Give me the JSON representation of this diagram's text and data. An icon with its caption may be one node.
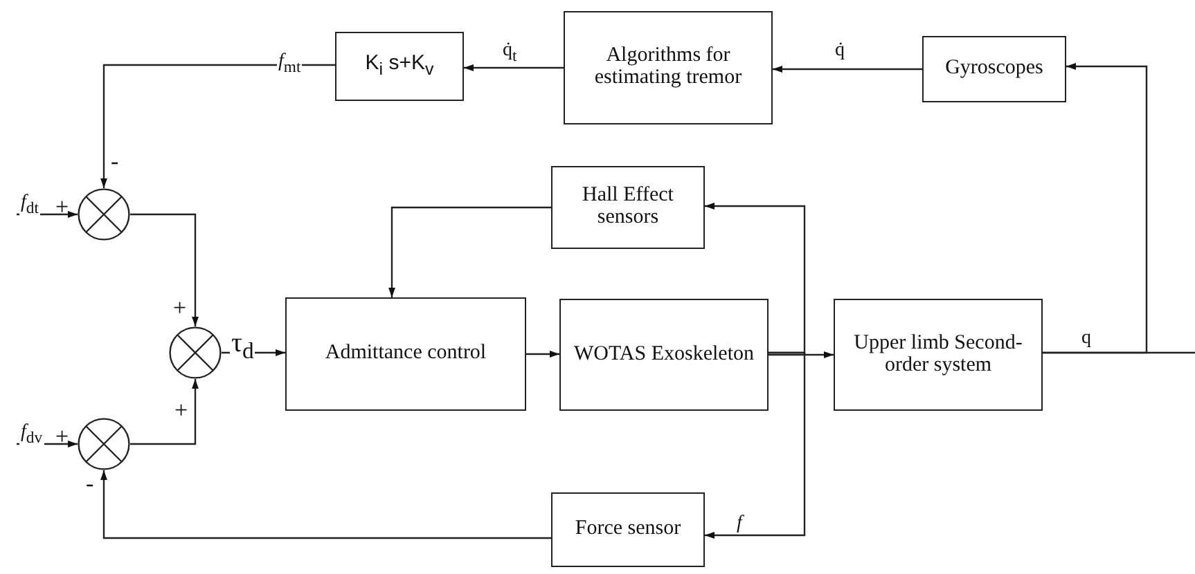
{
  "diagram": {
    "nodes": [
      {
        "text": [
          "K$_{i}$ s+K$_{v}$"
        ]
      },
      {
        "text": [
          "Algorithms for estimating tremor"
        ]
      },
      {
        "text": [
          "Gyroscopes"
        ]
      },
      {
        "text": [
          "Hall Effect sensors"
        ]
      },
      {
        "text": [
          "Admittance control"
        ]
      },
      {
        "text": [
          "WOTAS Exoskeleton"
        ]
      },
      {
        "text": [
          "Upper limb Second-order system"
        ]
      },
      {
        "text": [
          "Force sensor"
        ]
      },
      {
        "text": [],
        "shape": "circle"
      },
      {
        "text": [],
        "shape": "circle"
      },
      {
        "text": [],
        "shape": "circle"
      }
    ],
    "edges": [
      {
        "from": 2,
        "to": 1,
        "arrow": "to",
        "label": "q̇"
      },
      {
        "from": 1,
        "to": 0,
        "arrow": "to",
        "label": "q̇$_{t}$"
      },
      {
        "from": 0,
        "to": 8,
        "arrow": "to",
        "label": "*f*$_{mt}$"
      },
      {
        "from": null,
        "to": 8,
        "arrow": "to",
        "label": "*f*$_{dt}$"
      },
      {
        "from": null,
        "to": 10,
        "arrow": "to",
        "label": "*f*$_{dv}$"
      },
      {
        "from": 8,
        "to": 9,
        "arrow": "to"
      },
      {
        "from": 10,
        "to": 9,
        "arrow": "to"
      },
      {
        "from": 9,
        "to": 4,
        "arrow": "to",
        "label": "τ$_{d}$"
      },
      {
        "from": 4,
        "to": 5,
        "arrow": "to"
      },
      {
        "from": 5,
        "to": 6,
        "arrow": "to"
      },
      {
        "from": 6,
        "to": 2,
        "arrow": "to",
        "label": "q"
      },
      {
        "from": 6,
        "to": null,
        "arrow": "none"
      },
      {
        "from": 5,
        "to": 3,
        "arrow": "to"
      },
      {
        "from": 5,
        "to": 7,
        "arrow": "to",
        "label": "*f*"
      },
      {
        "from": 3,
        "to": 4,
        "arrow": "to"
      },
      {
        "from": 7,
        "to": 10,
        "arrow": "to"
      }
    ],
    "labels": [
      "-",
      "+",
      "+",
      "+",
      "+",
      "-"
    ]
  }
}
